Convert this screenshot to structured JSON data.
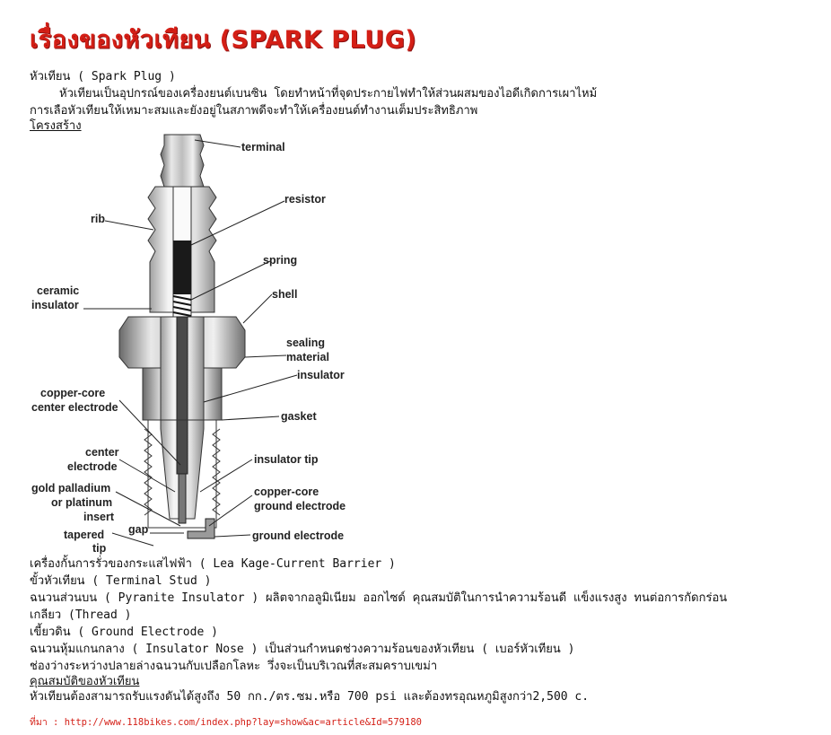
{
  "title": "เรื่องของหัวเทียน (SPARK PLUG)",
  "heading": "หัวเทียน ( Spark Plug )",
  "intro_1": "หัวเทียนเป็นอุปกรณ์ของเครื่องยนต์เบนซิน โดยทำหน้าที่จุดประกายไฟทำให้ส่วนผสมของไอดีเกิดการเผาไหม้",
  "intro_2": "การเลือหัวเทียนให้เหมาะสมและยังอยู่ในสภาพดีจะทำให้เครื่องยนต์ทำงานเต็มประสิทธิภาพ",
  "structure_heading": "โครงสร้าง",
  "diagram": {
    "labels": {
      "terminal": "terminal",
      "resistor": "resistor",
      "rib": "rib",
      "spring": "spring",
      "ceramic_1": "ceramic",
      "ceramic_2": "insulator",
      "shell": "shell",
      "sealing_1": "sealing",
      "sealing_2": "material",
      "insulator": "insulator",
      "copper_center_1": "copper-core",
      "copper_center_2": "center electrode",
      "gasket": "gasket",
      "center_1": "center",
      "center_2": "electrode",
      "insulator_tip": "insulator tip",
      "gold_1": "gold palladium",
      "gold_2": "or platinum",
      "gold_3": "insert",
      "copper_ground_1": "copper-core",
      "copper_ground_2": "ground electrode",
      "gap": "gap",
      "tapered_1": "tapered",
      "tapered_2": "tip",
      "ground_electrode": "ground electrode"
    }
  },
  "parts": [
    "เครื่องกั้นการรั่วของกระแสไฟฟ้า ( Lea Kage-Current Barrier )",
    "ขั้วหัวเทียน ( Terminal Stud )",
    "ฉนวนส่วนบน ( Pyranite Insulator ) ผลิตจากอลูมิเนียม ออกไซด์ คุณสมบัติในการนำความร้อนดี แข็งแรงสูง ทนต่อการกัดกร่อน",
    "เกลียว (Thread )",
    "เขี้ยวดิน ( Ground Electrode )",
    "ฉนวนหุ้มแกนกลาง ( Insulator Nose ) เป็นส่วนกำหนดช่วงความร้อนของหัวเทียน ( เบอร์หัวเทียน )",
    "ช่องว่างระหว่างปลายล่างฉนวนกับเปลือกโลหะ วึ่งจะเป็นบริเวณที่สะสมคราบเขม่า"
  ],
  "properties_heading": "คุณสมบัติของหัวเทียน",
  "properties_text": "หัวเทียนต้องสามารถรับแรงดันได้สูงถึง 50 กก./ตร.ซม.หรือ 700 psi และต้องทรอุณหภูมิสูงกว่า2,500 c.",
  "source": "ที่มา : http://www.118bikes.com/index.php?lay=show&ac=article&Id=579180"
}
